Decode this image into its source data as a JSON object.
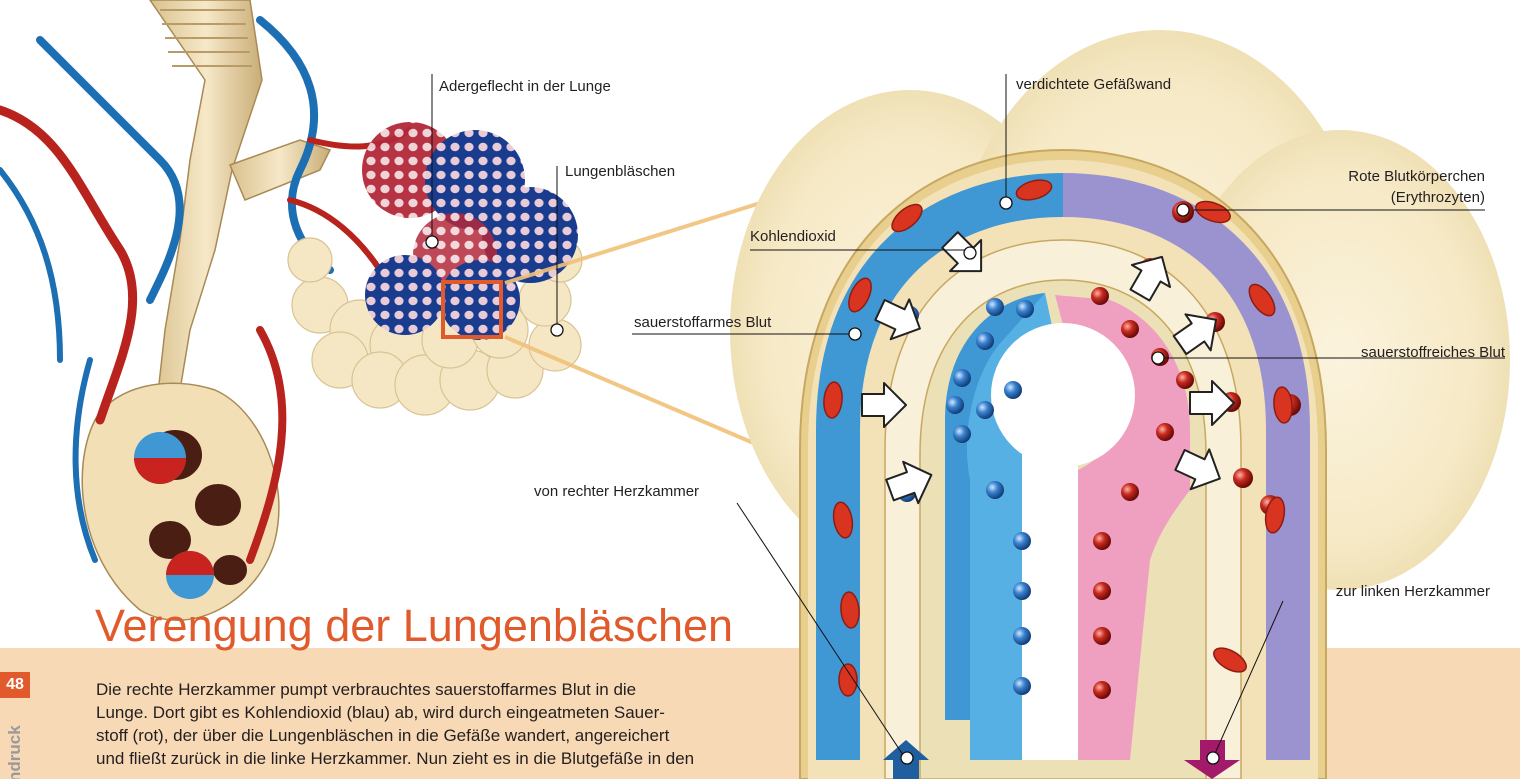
{
  "labels": {
    "adergeflecht": "Adergeflecht in der Lunge",
    "lungenblaeschen": "Lungenbläschen",
    "gefaesswand": "verdichtete Gefäßwand",
    "rote_line1": "Rote Blutkörperchen",
    "rote_line2": "(Erythrozyten)",
    "kohlendioxid": "Kohlendioxid",
    "sauerstoffarm": "sauerstoffarmes Blut",
    "sauerstoffreich": "sauerstoffreiches Blut",
    "von_rechter": "von rechter Herzkammer",
    "zur_linken": "zur linken Herzkammer"
  },
  "title": "Verengung der Lungenbläschen",
  "page_number": "48",
  "side_tab": "ndruck",
  "body_lines": [
    "Die rechte Herzkammer pumpt verbrauchtes sauerstoffarmes Blut in die",
    "Lunge. Dort gibt es Kohlendioxid (blau) ab, wird durch eingeatmeten Sauer-",
    "stoff (rot), der über die Lungenbläschen in die Gefäße wandert, angereichert",
    "und fließt zurück in die linke Herzkammer. Nun zieht es in die Blutgefäße in den"
  ],
  "colors": {
    "accent": "#e05a2b",
    "band": "#f8d9b6",
    "blood_blue": "#3f97d3",
    "blood_blue_dark": "#1f5fa0",
    "blood_pink": "#ef9fc0",
    "red_cell": "#b51f1a",
    "tissue": "#f3e6c2"
  }
}
